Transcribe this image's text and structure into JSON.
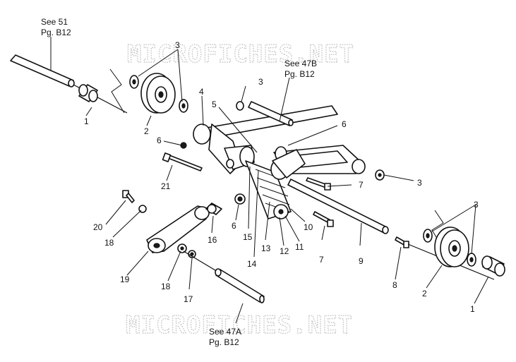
{
  "watermark": "MICROFICHES.NET",
  "references": {
    "see51": {
      "line1": "See 51",
      "line2": "Pg. B12"
    },
    "see47b": {
      "line1": "See 47B",
      "line2": "Pg. B12"
    },
    "see47a": {
      "line1": "See 47A",
      "line2": "Pg. B12"
    }
  },
  "callouts": {
    "c1a": "1",
    "c1b": "1",
    "c2a": "2",
    "c2b": "2",
    "c3a": "3",
    "c3b": "3",
    "c3c": "3",
    "c3d": "3",
    "c4": "4",
    "c5": "5",
    "c6a": "6",
    "c6b": "6",
    "c6c": "6",
    "c7a": "7",
    "c7b": "7",
    "c8": "8",
    "c9": "9",
    "c10": "10",
    "c11": "11",
    "c12": "12",
    "c13": "13",
    "c14": "14",
    "c15": "15",
    "c16": "16",
    "c17": "17",
    "c18a": "18",
    "c18b": "18",
    "c19": "19",
    "c20": "20",
    "c21": "21"
  }
}
